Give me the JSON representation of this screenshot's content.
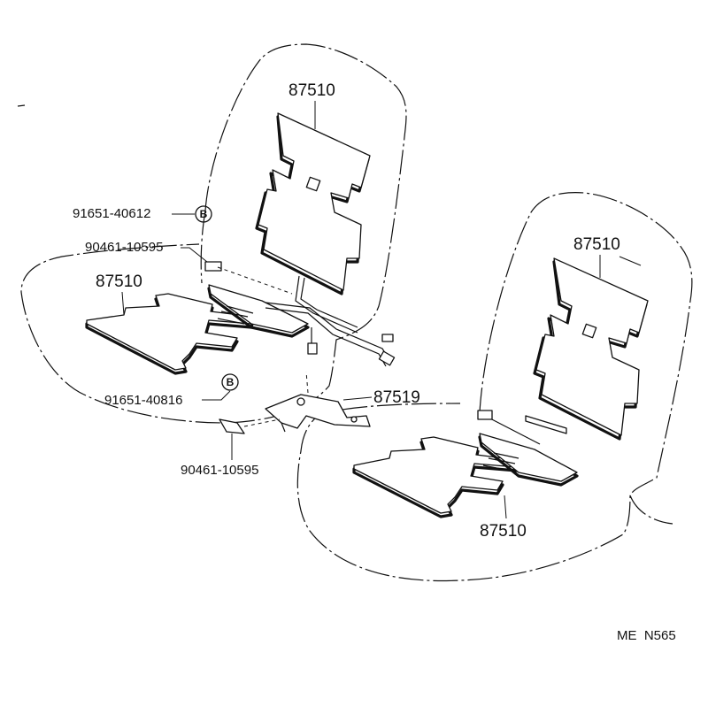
{
  "parts": {
    "heater_back_left": "87510",
    "heater_cushion_left": "87510",
    "heater_back_right": "87510",
    "heater_cushion_right": "87510",
    "bracket": "87519",
    "nut_upper": "91651-40612",
    "clip_upper": "90461-10595",
    "nut_lower": "91651-40816",
    "clip_lower": "90461-10595"
  },
  "markers": {
    "upper": "B",
    "lower": "B"
  },
  "footer_code": "ME  N565"
}
